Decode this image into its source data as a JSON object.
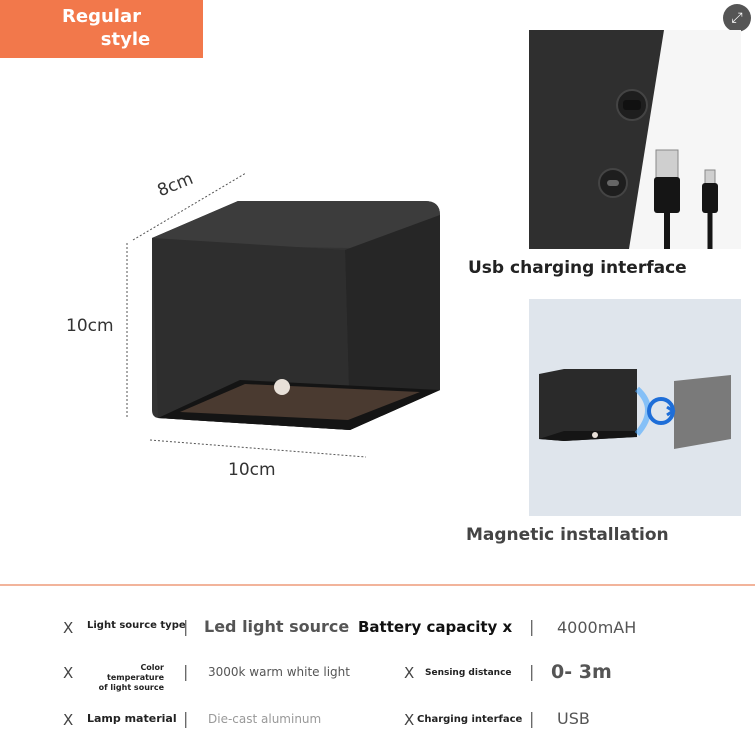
{
  "badge": {
    "line1": "Regular",
    "line2": "style"
  },
  "dimensions": {
    "width": "8cm",
    "height": "10cm",
    "depth": "10cm"
  },
  "captions": {
    "usb": "Usb charging interface",
    "magnetic": "Magnetic installation"
  },
  "specs": {
    "marker": "X",
    "separator": "|",
    "light_source_type": {
      "label": "Light source type",
      "value": "Led light source"
    },
    "battery_capacity": {
      "label": "Battery capacity x",
      "value": "4000mAH"
    },
    "color_temperature": {
      "label_line1": "Color temperature",
      "label_line2": "of light source",
      "value": "3000k warm white light"
    },
    "sensing_distance": {
      "label": "Sensing distance",
      "value": "0- 3m"
    },
    "lamp_material": {
      "label": "Lamp material",
      "value": "Die-cast aluminum"
    },
    "charging_interface": {
      "label": "Charging interface",
      "value": "USB"
    }
  },
  "icons": {
    "zoom": "expand-icon"
  },
  "colors": {
    "accent": "#f2784b",
    "lamp": "#2a2a2a"
  }
}
